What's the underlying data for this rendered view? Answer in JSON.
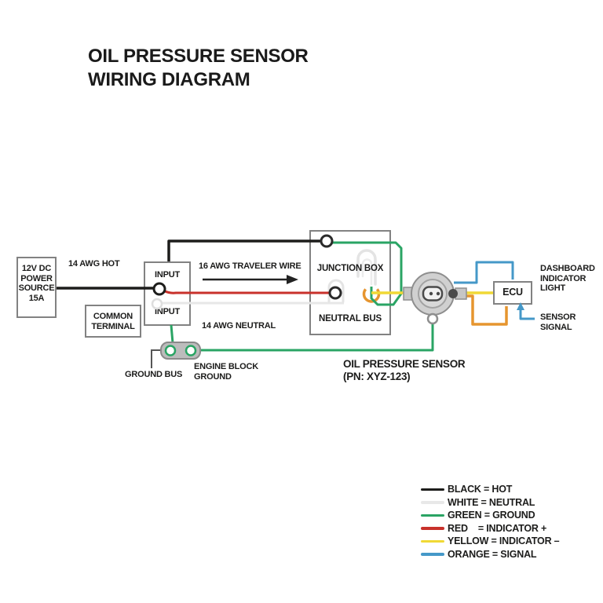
{
  "title": "OIL PRESSURE SENSOR\nWIRING DIAGRAM",
  "components": {
    "power_source": {
      "label": "12V DC\nPOWER\nSOURCE\n15A"
    },
    "terminal_block": {
      "input_top": "INPUT",
      "input_bottom": "INPUT"
    },
    "common_terminal": {
      "label": "COMMON\nTERMINAL"
    },
    "junction_box": {
      "label": "JUNCTION BOX",
      "bus_label": "NEUTRAL BUS"
    },
    "ecu": {
      "label": "ECU"
    },
    "sensor": {
      "label": "OIL PRESSURE SENSOR\n(PN: XYZ-123)"
    }
  },
  "wire_labels": {
    "hot": "14 AWG HOT",
    "traveler": "16 AWG TRAVELER WIRE",
    "neutral": "14 AWG NEUTRAL",
    "ground_bus": "GROUND BUS",
    "engine_block_ground": "ENGINE BLOCK\nGROUND",
    "dashboard_indicator": "DASHBOARD\nINDICATOR\nLIGHT",
    "sensor_signal": "SENSOR\nSIGNAL"
  },
  "legend": {
    "items": [
      {
        "label": "BLACK = HOT",
        "color": "#1d1d1b"
      },
      {
        "label": "WHITE = NEUTRAL",
        "color": "#e8e8e8"
      },
      {
        "label": "GREEN = GROUND",
        "color": "#2aa464"
      },
      {
        "label": "RED    = INDICATOR +",
        "color": "#c8312b"
      },
      {
        "label": "YELLOW = INDICATOR –",
        "color": "#f0d935"
      },
      {
        "label": "ORANGE = SIGNAL",
        "color": "#4598c8"
      }
    ]
  },
  "wire_colors": {
    "black": "#1d1d1b",
    "white": "#e7e7e7",
    "green": "#2aa464",
    "red": "#c8312b",
    "yellow": "#f0d935",
    "orange": "#e6952f",
    "blue": "#4598c8"
  }
}
